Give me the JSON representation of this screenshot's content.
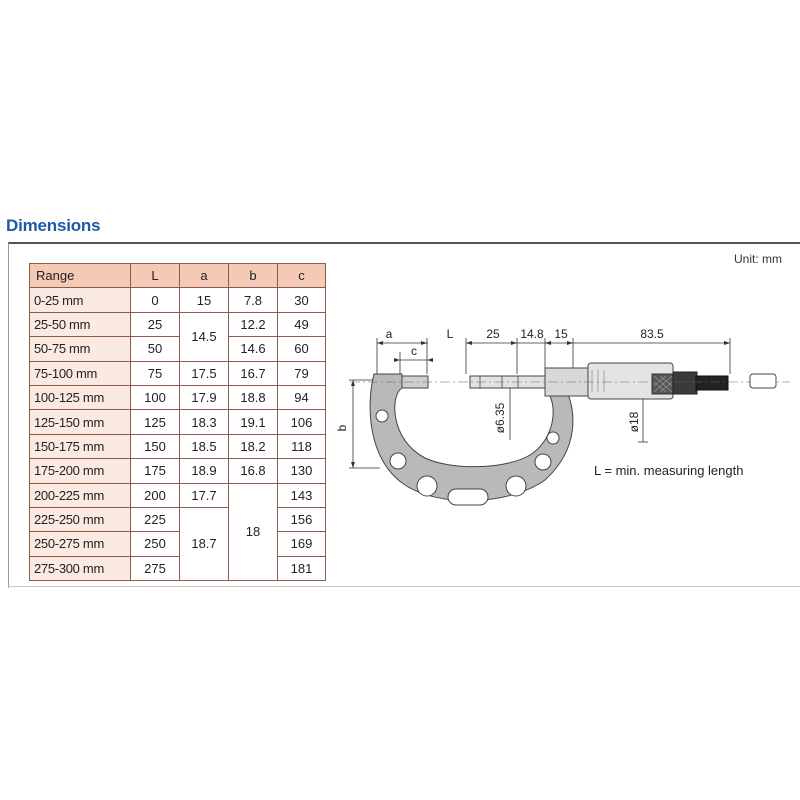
{
  "title": "Dimensions",
  "unit_label": "Unit: mm",
  "table": {
    "headers": [
      "Range",
      "L",
      "a",
      "b",
      "c"
    ],
    "rows": [
      {
        "range": "0-25 mm",
        "L": "0",
        "a": "15",
        "b": "7.8",
        "c": "30"
      },
      {
        "range": "25-50 mm",
        "L": "25",
        "a": "14.5",
        "b": "12.2",
        "c": "49"
      },
      {
        "range": "50-75 mm",
        "L": "50",
        "a": "14.5",
        "b": "14.6",
        "c": "60"
      },
      {
        "range": "75-100 mm",
        "L": "75",
        "a": "17.5",
        "b": "16.7",
        "c": "79"
      },
      {
        "range": "100-125 mm",
        "L": "100",
        "a": "17.9",
        "b": "18.8",
        "c": "94"
      },
      {
        "range": "125-150 mm",
        "L": "125",
        "a": "18.3",
        "b": "19.1",
        "c": "106"
      },
      {
        "range": "150-175 mm",
        "L": "150",
        "a": "18.5",
        "b": "18.2",
        "c": "118"
      },
      {
        "range": "175-200 mm",
        "L": "175",
        "a": "18.9",
        "b": "16.8",
        "c": "130"
      },
      {
        "range": "200-225 mm",
        "L": "200",
        "a": "17.7",
        "b": "18",
        "c": "143"
      },
      {
        "range": "225-250 mm",
        "L": "225",
        "a": "18.7",
        "b": "18",
        "c": "156"
      },
      {
        "range": "250-275 mm",
        "L": "250",
        "a": "18.7",
        "b": "18",
        "c": "169"
      },
      {
        "range": "275-300 mm",
        "L": "275",
        "a": "18.7",
        "b": "18",
        "c": "181"
      }
    ]
  },
  "drawing": {
    "dim_a": "a",
    "dim_c": "c",
    "dim_L": "L",
    "dim_25": "25",
    "dim_14_8": "14.8",
    "dim_15": "15",
    "dim_83_5": "83.5",
    "dim_b": "b",
    "dim_spindle_dia": "ø6.35",
    "dim_sleeve_dia": "ø18",
    "note": "L = min. measuring length"
  }
}
